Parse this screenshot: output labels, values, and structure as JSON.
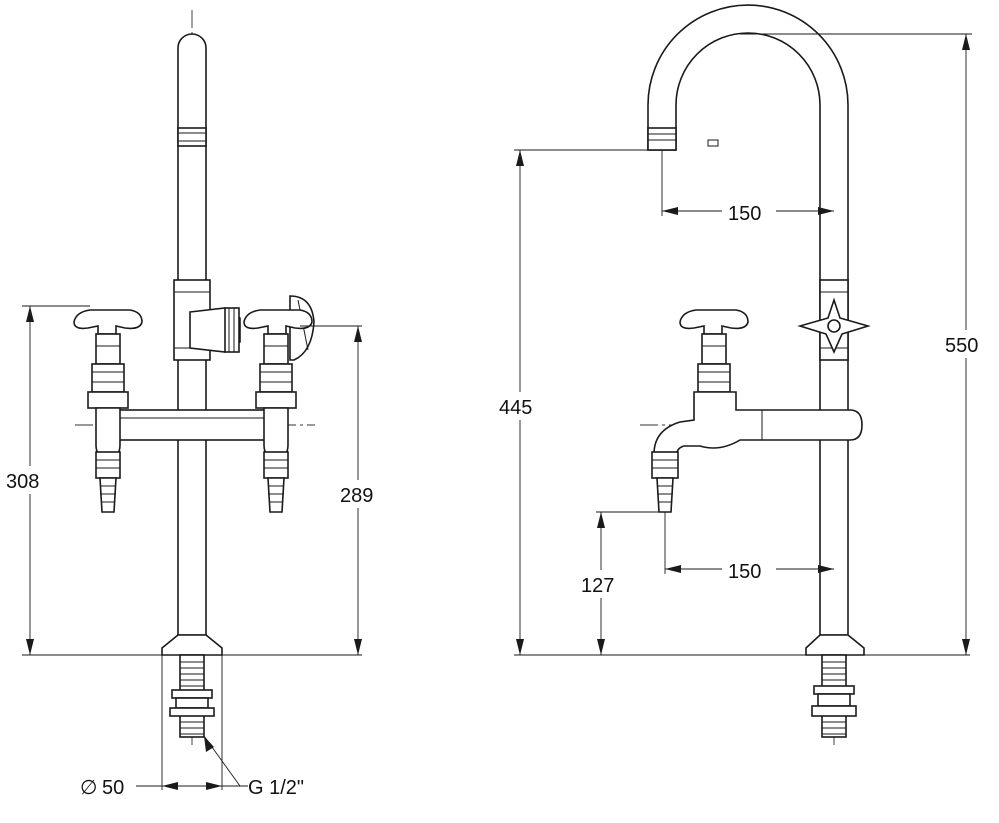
{
  "dimensions": {
    "front_height_left": "308",
    "front_height_right": "289",
    "base_diameter": "50",
    "thread_size": "G 1/2\"",
    "spout_height": "445",
    "total_height": "550",
    "spout_reach": "150",
    "outlet_height": "127",
    "outlet_reach": "150"
  },
  "symbols": {
    "diameter": "∅"
  }
}
